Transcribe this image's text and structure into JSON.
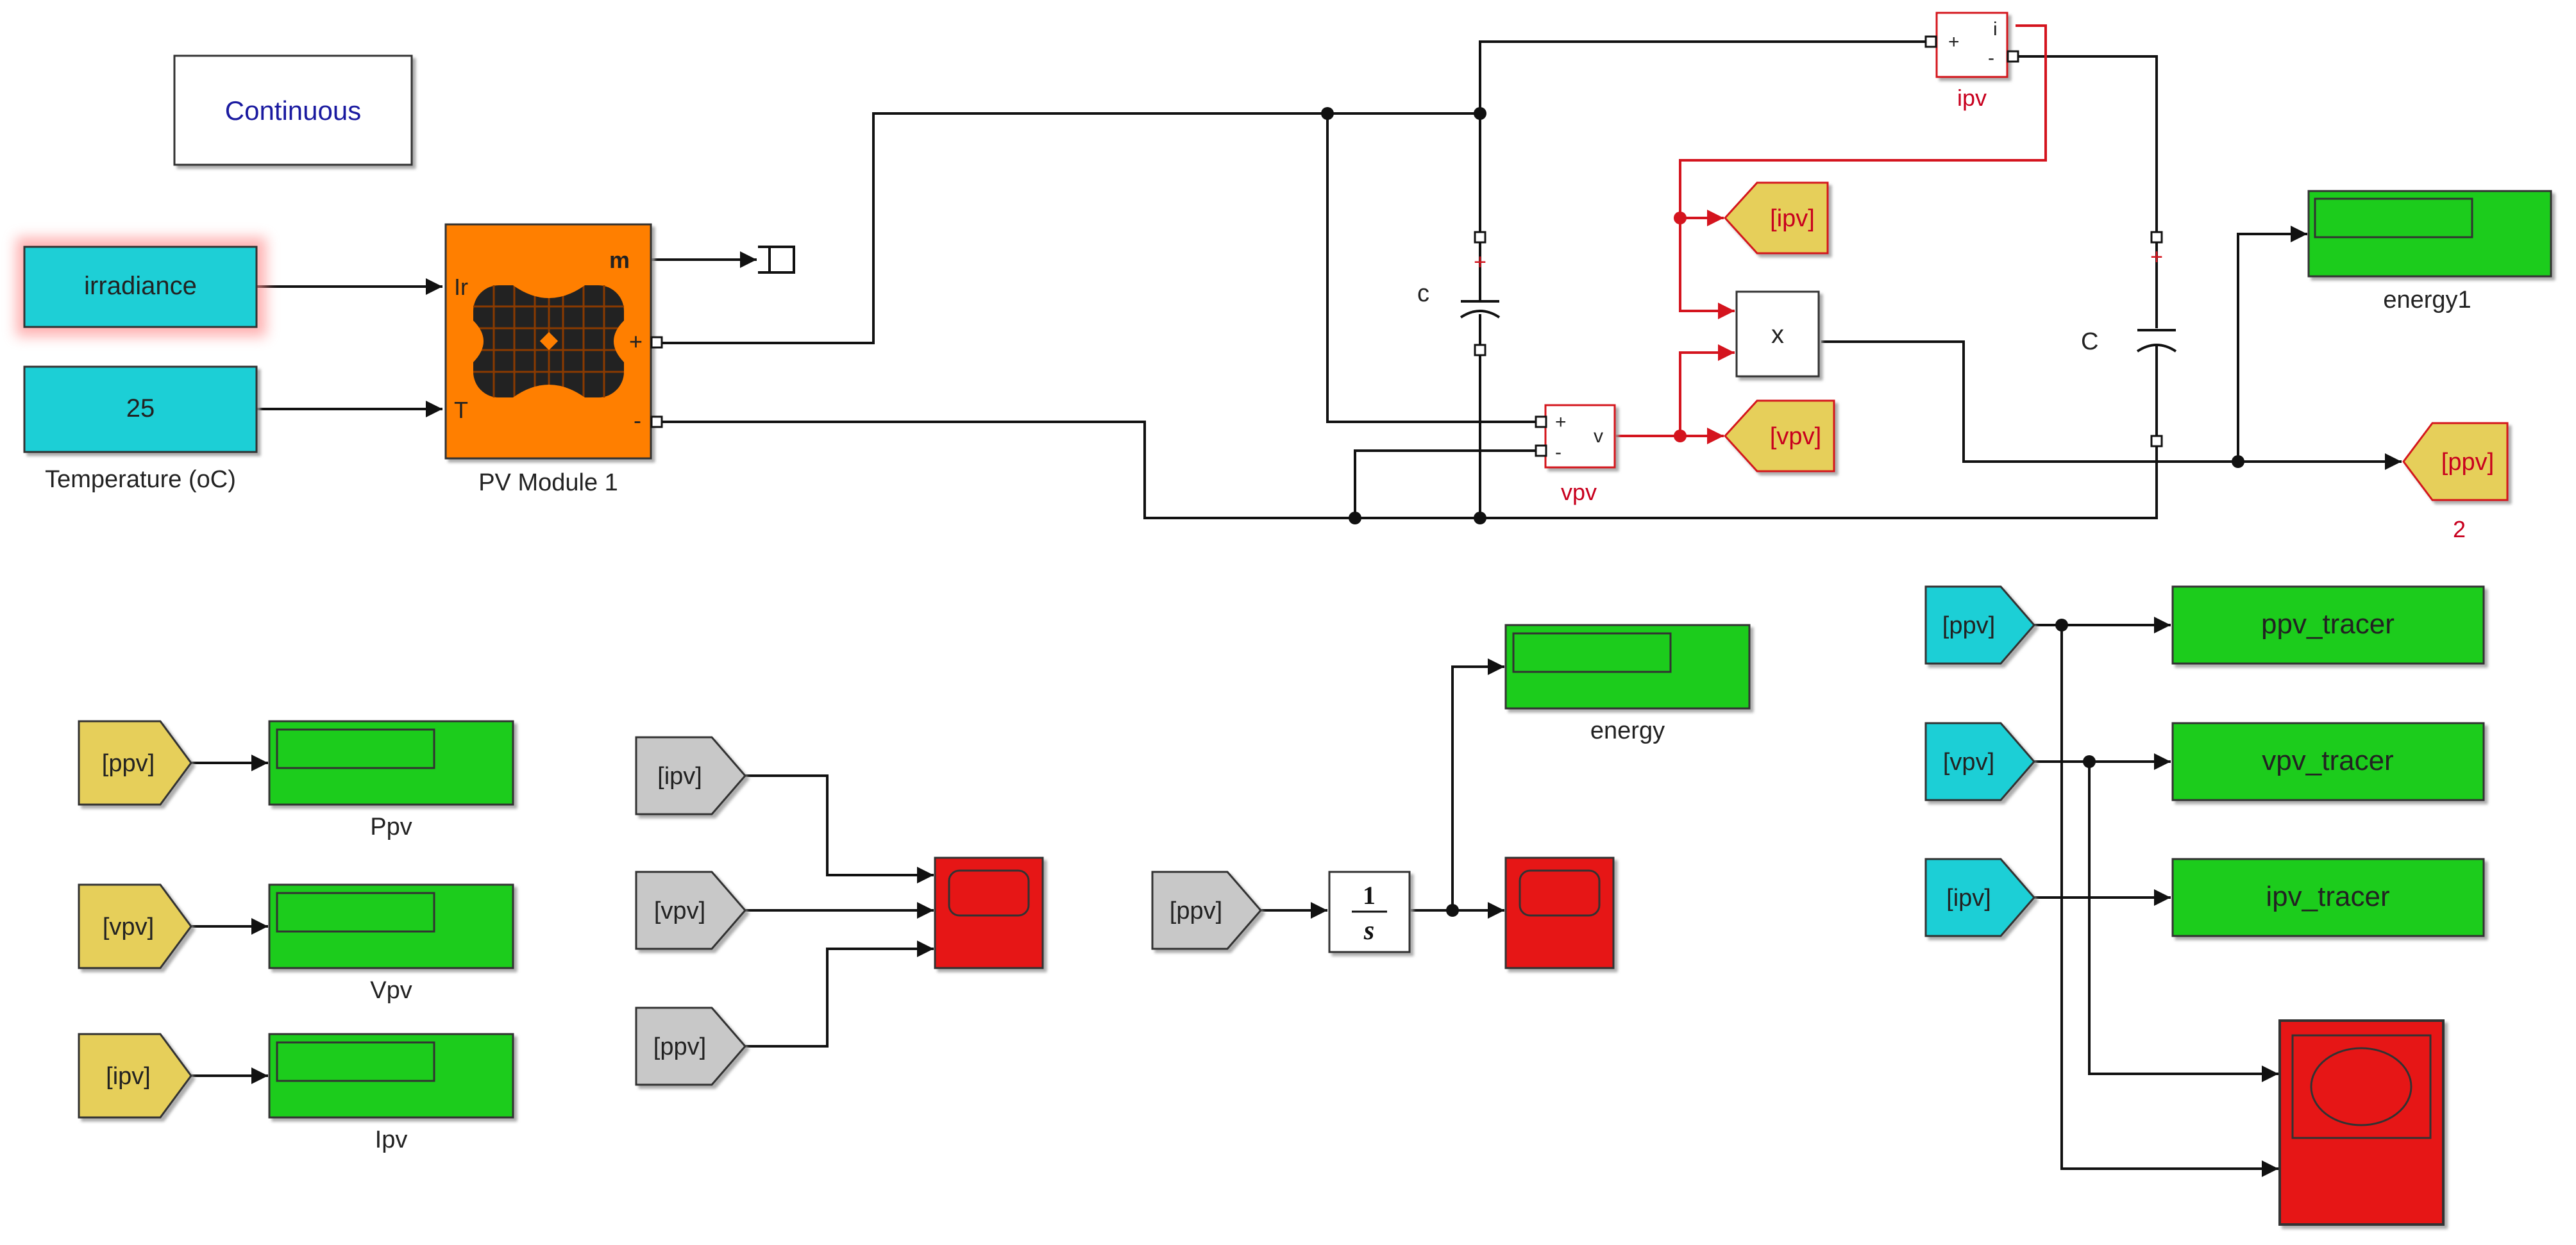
{
  "blocks": {
    "powergui": "Continuous",
    "irradiance": "irradiance",
    "temperature_value": "25",
    "temperature_label": "Temperature (oC)",
    "pv_module_label": "PV Module 1",
    "pv_ports": {
      "ir": "Ir",
      "t": "T",
      "m": "m",
      "plus": "+",
      "minus": "-"
    },
    "cap_small_label": "c",
    "cap_large_label": "C",
    "current_meas": {
      "plus": "+",
      "minus": "-",
      "out": "i",
      "label": "ipv"
    },
    "voltage_meas": {
      "plus": "+",
      "minus": "-",
      "out": "v",
      "label": "vpv"
    },
    "product": "x",
    "goto_ipv": "[ipv]",
    "goto_vpv": "[vpv]",
    "goto_ppv": "[ppv]",
    "goto_ppv_number": "2",
    "energy1_label": "energy1",
    "energy_label": "energy",
    "from_ppv": "[ppv]",
    "from_vpv": "[vpv]",
    "from_ipv": "[ipv]",
    "ppv_display_label": "Ppv",
    "vpv_display_label": "Vpv",
    "ipv_display_label": "Ipv",
    "integrator_num": "1",
    "integrator_den": "s",
    "ppv_tracer": "ppv_tracer",
    "vpv_tracer": "vpv_tracer",
    "ipv_tracer": "ipv_tracer"
  },
  "colors": {
    "cyan": "#1ecfd6",
    "orange": "#ff7f00",
    "green": "#1ecc1e",
    "red": "#e61919",
    "yellow": "#e6cf5a",
    "grey": "#c8c8c8"
  }
}
